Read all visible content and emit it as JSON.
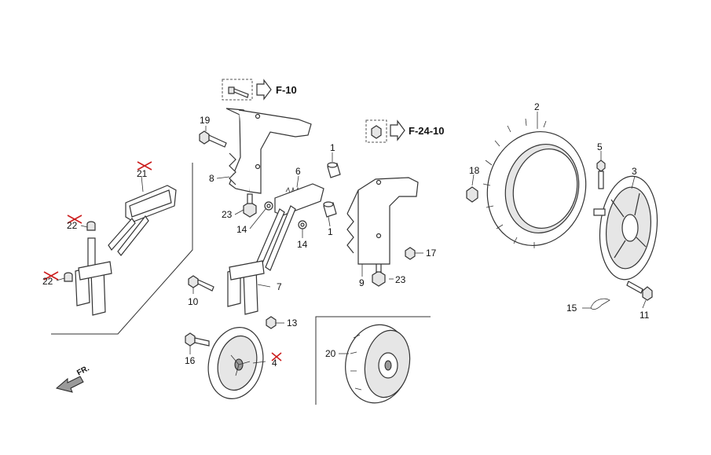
{
  "diagram": {
    "callouts": {
      "p1a": "1",
      "p1b": "1",
      "p2": "2",
      "p3": "3",
      "p4": "4",
      "p5": "5",
      "p6": "6",
      "p7": "7",
      "p8": "8",
      "p9": "9",
      "p10": "10",
      "p11": "11",
      "p13": "13",
      "p14a": "14",
      "p14b": "14",
      "p15": "15",
      "p16": "16",
      "p17": "17",
      "p18": "18",
      "p19": "19",
      "p20": "20",
      "p21": "21",
      "p22a": "22",
      "p22b": "22",
      "p23a": "23",
      "p23b": "23"
    },
    "refs": {
      "f10": "F-10",
      "f24": "F-24-10"
    },
    "direction_label": "FR.",
    "discontinued_parts": [
      "21",
      "22",
      "22",
      "4"
    ],
    "colors": {
      "line": "#333333",
      "discontinued_mark": "#cc1f1f",
      "background": "#ffffff"
    }
  }
}
